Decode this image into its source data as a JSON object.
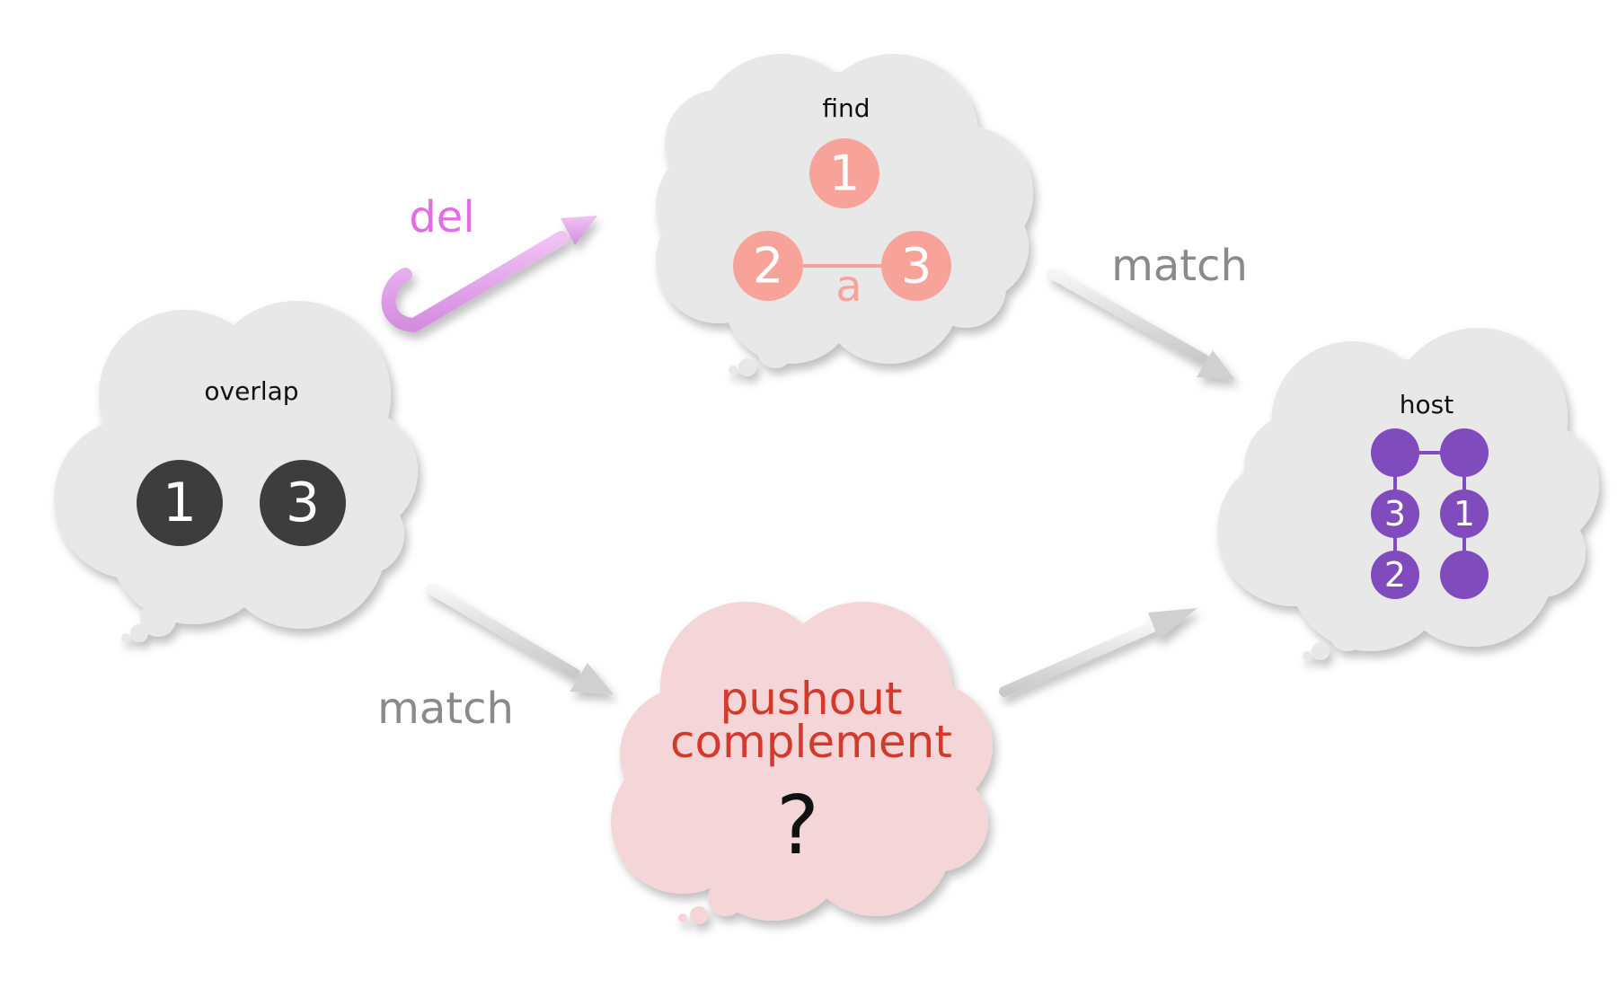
{
  "colors": {
    "cloud_gray": "#e8e8e8",
    "cloud_pink": "#f4d6d8",
    "overlap_node": "#3d3d3d",
    "find_node": "#f7a39a",
    "host_node": "#7f4bbd",
    "del_arrow": "#e2a0ec",
    "del_label": "#e66ae6",
    "match_arrow": "#d8d8d8",
    "match_label": "#8a8a8a",
    "pushout_label": "#d33a2c"
  },
  "clouds": {
    "overlap": {
      "title": "overlap",
      "nodes": [
        "1",
        "3"
      ]
    },
    "find": {
      "title": "find",
      "nodes": [
        "1",
        "2",
        "3"
      ],
      "edge_label": "a"
    },
    "host": {
      "title": "host",
      "nodes": [
        "3",
        "1",
        "2"
      ]
    },
    "pushout": {
      "line1": "pushout",
      "line2": "complement",
      "mark": "?"
    }
  },
  "arrows": {
    "del": "del",
    "match_top": "match",
    "match_bottom": "match"
  }
}
